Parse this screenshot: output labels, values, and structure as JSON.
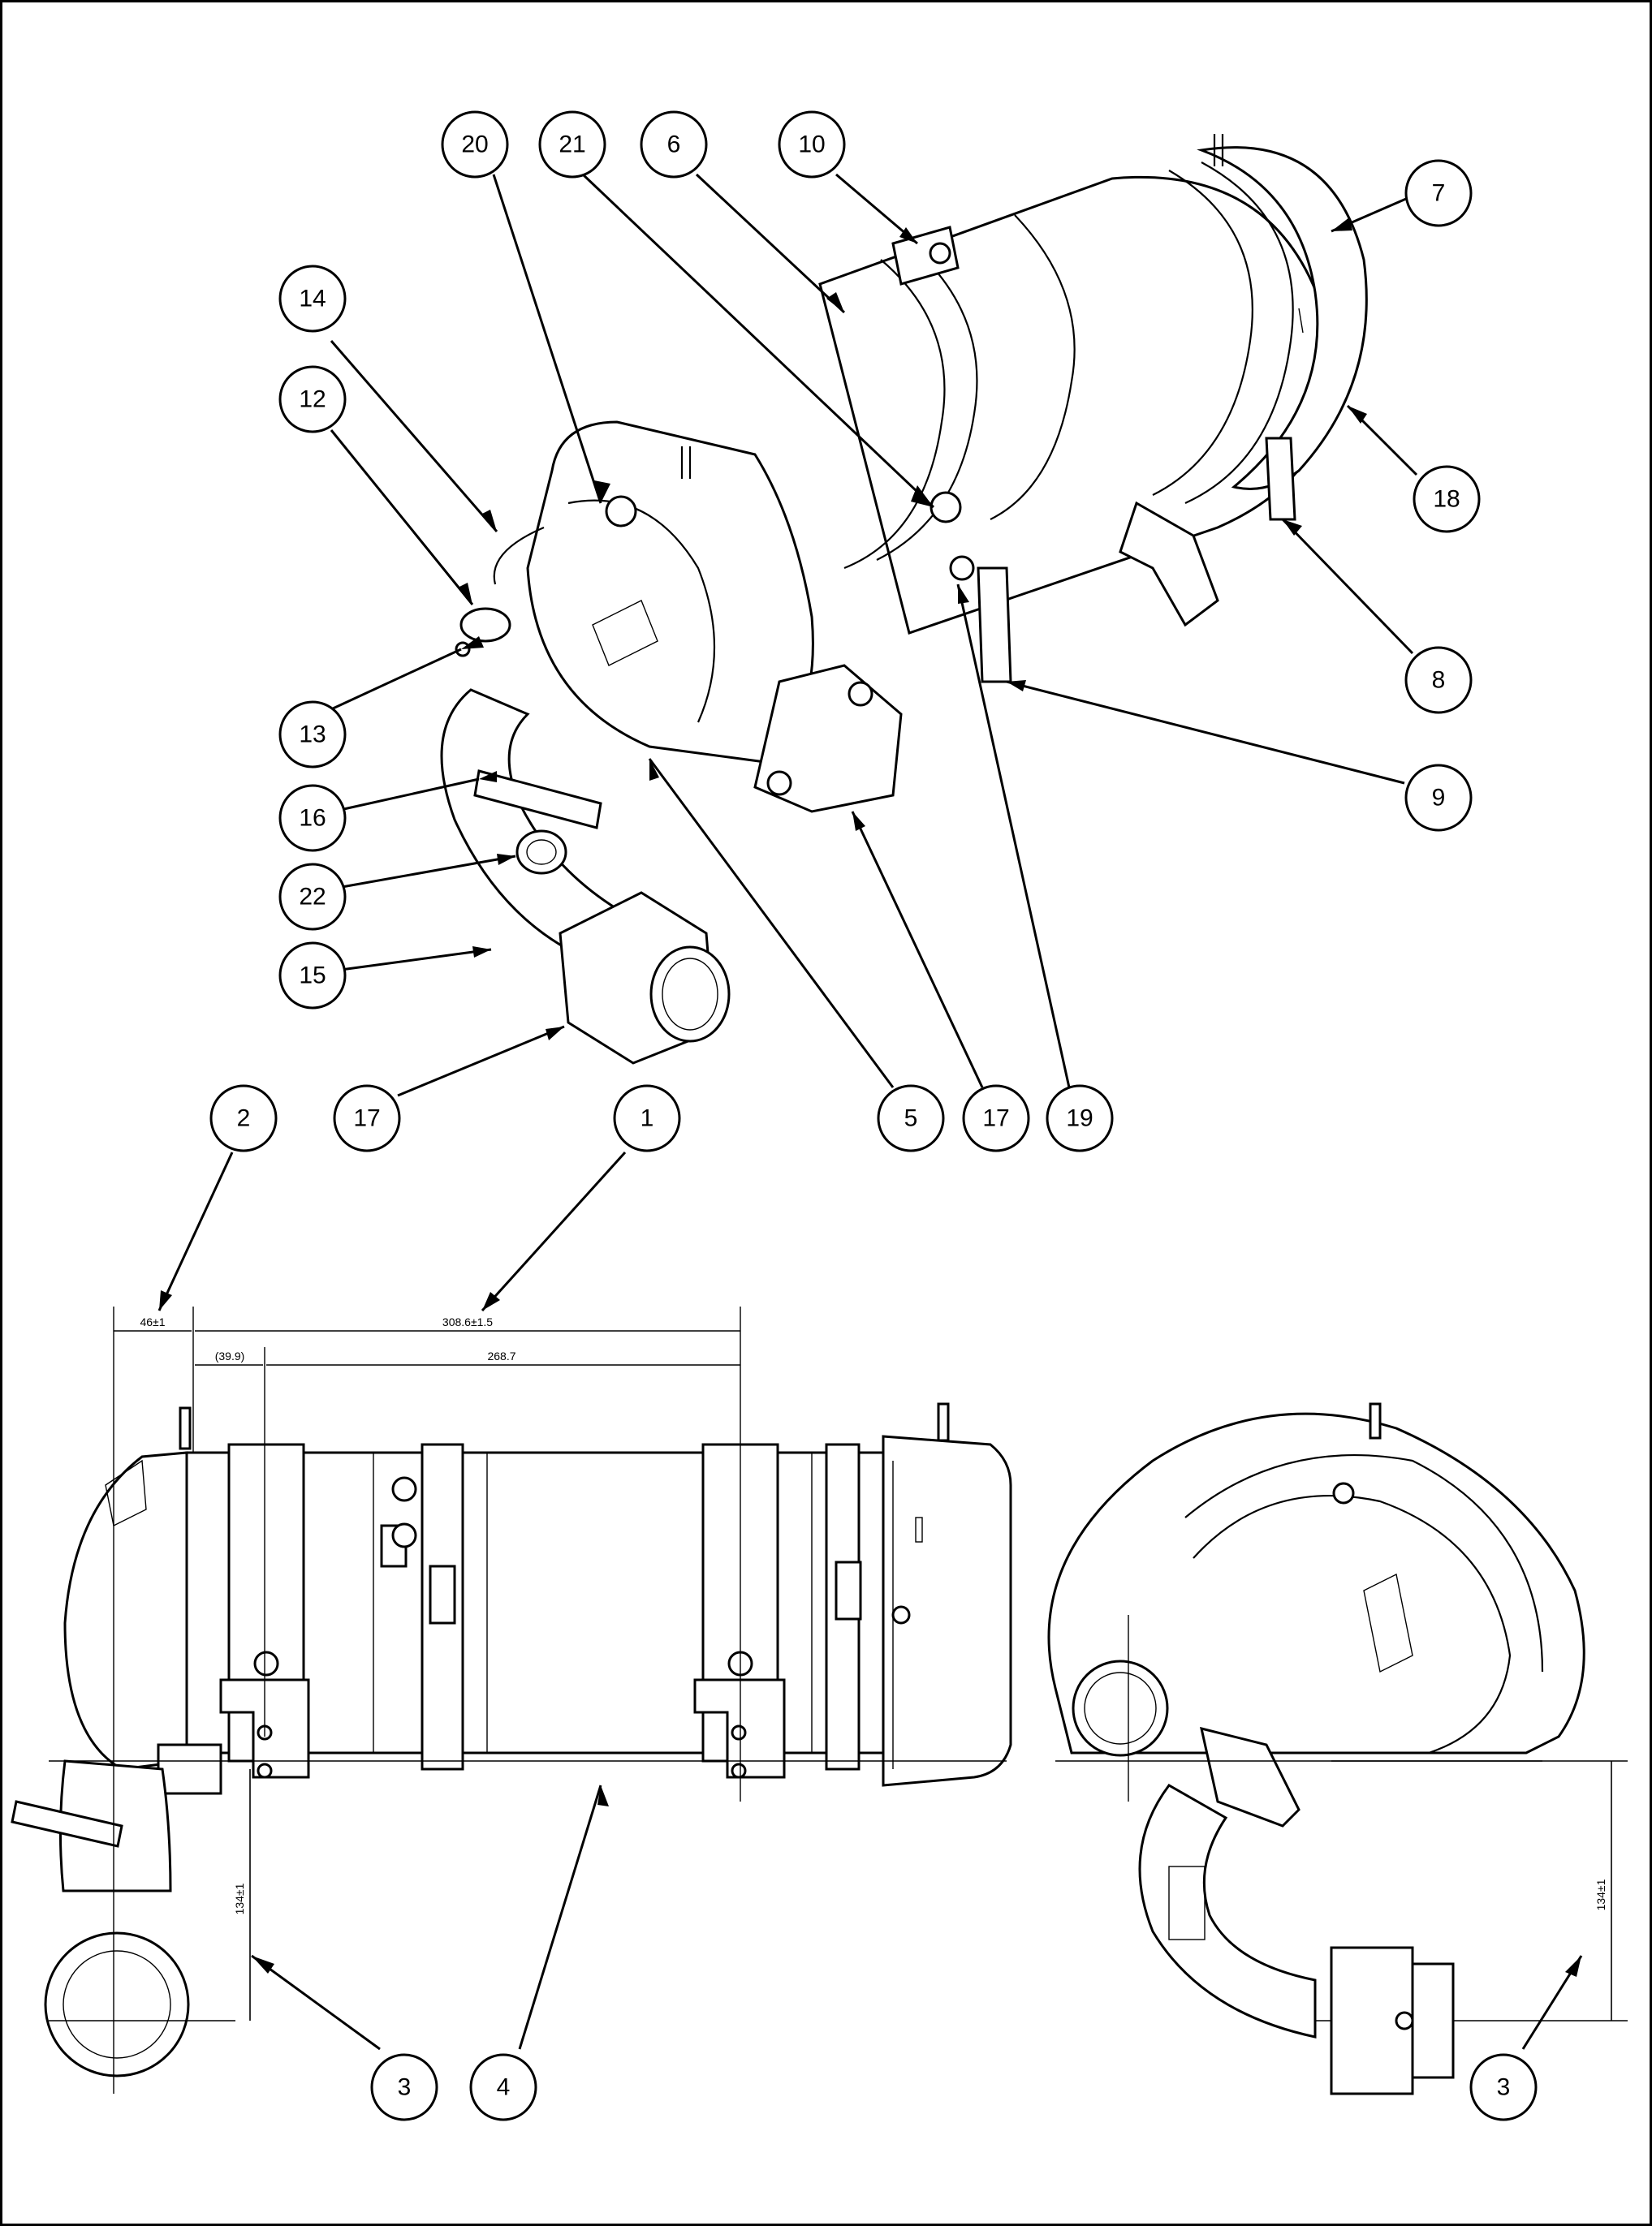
{
  "callouts": [
    {
      "id": "c20",
      "label": "20"
    },
    {
      "id": "c21",
      "label": "21"
    },
    {
      "id": "c6",
      "label": "6"
    },
    {
      "id": "c10",
      "label": "10"
    },
    {
      "id": "c7",
      "label": "7"
    },
    {
      "id": "c14",
      "label": "14"
    },
    {
      "id": "c12",
      "label": "12"
    },
    {
      "id": "c18",
      "label": "18"
    },
    {
      "id": "c13",
      "label": "13"
    },
    {
      "id": "c8",
      "label": "8"
    },
    {
      "id": "c16",
      "label": "16"
    },
    {
      "id": "c9",
      "label": "9"
    },
    {
      "id": "c22",
      "label": "22"
    },
    {
      "id": "c15",
      "label": "15"
    },
    {
      "id": "c17a",
      "label": "17"
    },
    {
      "id": "c5",
      "label": "5"
    },
    {
      "id": "c17b",
      "label": "17"
    },
    {
      "id": "c19",
      "label": "19"
    },
    {
      "id": "c2",
      "label": "2"
    },
    {
      "id": "c17c",
      "label": "17"
    },
    {
      "id": "c1",
      "label": "1"
    },
    {
      "id": "c3a",
      "label": "3"
    },
    {
      "id": "c4",
      "label": "4"
    },
    {
      "id": "c3b",
      "label": "3"
    }
  ],
  "dimensions": {
    "d46": "46±1",
    "d308": "308.6±1.5",
    "d39": "(39.9)",
    "d268": "268.7",
    "d134a": "134±1",
    "d134b": "134±1"
  },
  "colors": {
    "line": "#000000",
    "background": "#ffffff"
  }
}
